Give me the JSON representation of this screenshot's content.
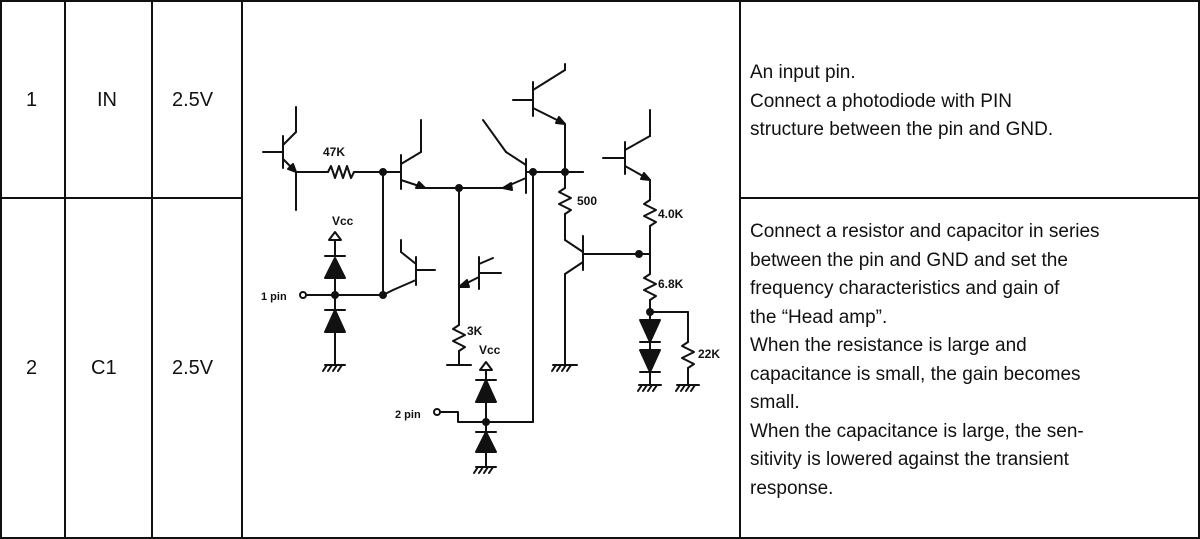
{
  "rows": [
    {
      "no": "1",
      "symbol": "IN",
      "voltage": "2.5V",
      "description": [
        "An input pin.",
        "Connect a photodiode with PIN",
        "structure between the pin and GND."
      ]
    },
    {
      "no": "2",
      "symbol": "C1",
      "voltage": "2.5V",
      "description": [
        "Connect a resistor and capacitor in series",
        "between the pin and GND and set the",
        "frequency characteristics and gain of",
        "the “Head amp”.",
        "When the resistance is large and",
        "capacitance is small, the gain becomes",
        "small.",
        "When the capacitance is large, the sen-",
        "sitivity is lowered against the transient",
        "response."
      ]
    }
  ],
  "schematic": {
    "r_47k": "47K",
    "r_500": "500",
    "r_4k0": "4.0K",
    "r_6k8": "6.8K",
    "r_3k": "3K",
    "r_22k": "22K",
    "vcc_1": "Vcc",
    "vcc_2": "Vcc",
    "pin1": "1 pin",
    "pin2": "2 pin"
  }
}
